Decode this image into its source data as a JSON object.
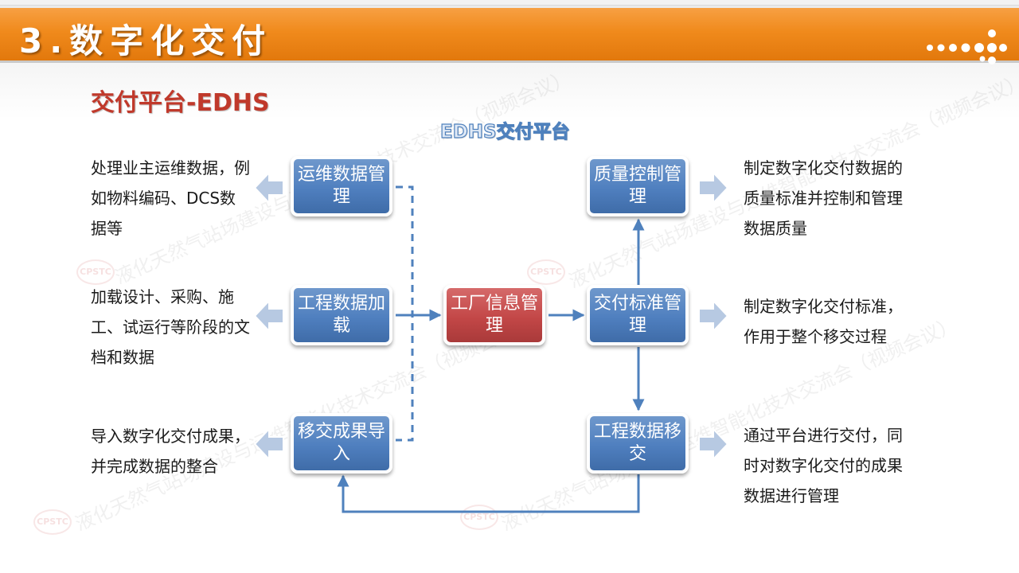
{
  "header": {
    "title": "3.数字化交付"
  },
  "subtitle": "交付平台-EDHS",
  "diagram_title": "EDHS交付平台",
  "watermark": "液化天然气站场建设与运维智能化技术交流会（视频会议）",
  "watermark_logo": "CPSTC",
  "nodes": {
    "ops": "运维数据管理",
    "eng_load": "工程数据加载",
    "transfer_import": "移交成果导入",
    "plant_info": "工厂信息管理",
    "quality": "质量控制管理",
    "standard": "交付标准管理",
    "eng_transfer": "工程数据移交"
  },
  "descriptions": {
    "ops": "处理业主运维数据，例如物料编码、DCS数据等",
    "eng_load": "加载设计、采购、施工、试运行等阶段的文档和数据",
    "transfer_import": "导入数字化交付成果，并完成数据的整合",
    "quality": "制定数字化交付数据的质量标准并控制和管理数据质量",
    "standard": "制定数字化交付标准，作用于整个移交过程",
    "eng_transfer": "通过平台进行交付，同时对数字化交付的成果数据进行管理"
  },
  "colors": {
    "banner": "#f08a1c",
    "subtitle": "#c0392b",
    "node_blue": "#4f7fbf",
    "node_red": "#c34747",
    "connector": "#4f81bd"
  }
}
